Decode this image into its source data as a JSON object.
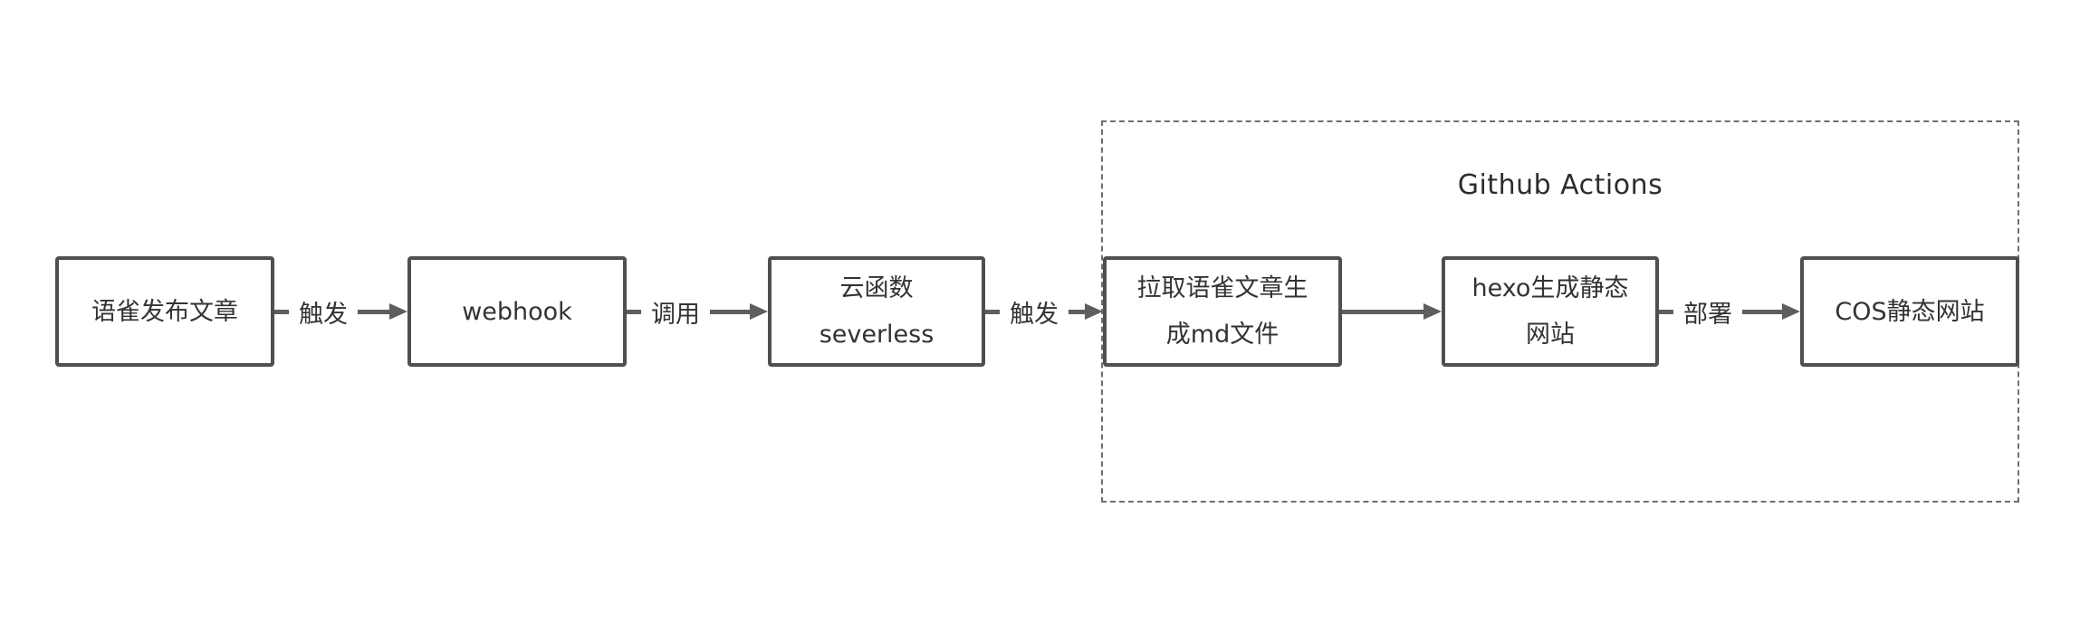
{
  "diagram": {
    "type": "flowchart",
    "group": {
      "label": "Github Actions"
    },
    "nodes": [
      {
        "id": "yuque-publish",
        "label": "语雀发布文章"
      },
      {
        "id": "webhook",
        "label": "webhook"
      },
      {
        "id": "cloud-function",
        "label": "云函数\nseverless"
      },
      {
        "id": "pull-md",
        "label": "拉取语雀文章生\n成md文件"
      },
      {
        "id": "hexo-generate",
        "label": "hexo生成静态\n网站"
      },
      {
        "id": "cos-static-site",
        "label": "COS静态网站"
      }
    ],
    "edges": [
      {
        "from": "yuque-publish",
        "to": "webhook",
        "label": "触发"
      },
      {
        "from": "webhook",
        "to": "cloud-function",
        "label": "调用"
      },
      {
        "from": "cloud-function",
        "to": "pull-md",
        "label": "触发"
      },
      {
        "from": "pull-md",
        "to": "hexo-generate",
        "label": ""
      },
      {
        "from": "hexo-generate",
        "to": "cos-static-site",
        "label": "部署"
      }
    ],
    "colors": {
      "node_border": "#4f4f4f",
      "node_fill": "#ffffff",
      "text": "#333333",
      "arrow": "#5e5e5e",
      "group_border": "#6f6f6f",
      "background": "#ffffff"
    }
  }
}
